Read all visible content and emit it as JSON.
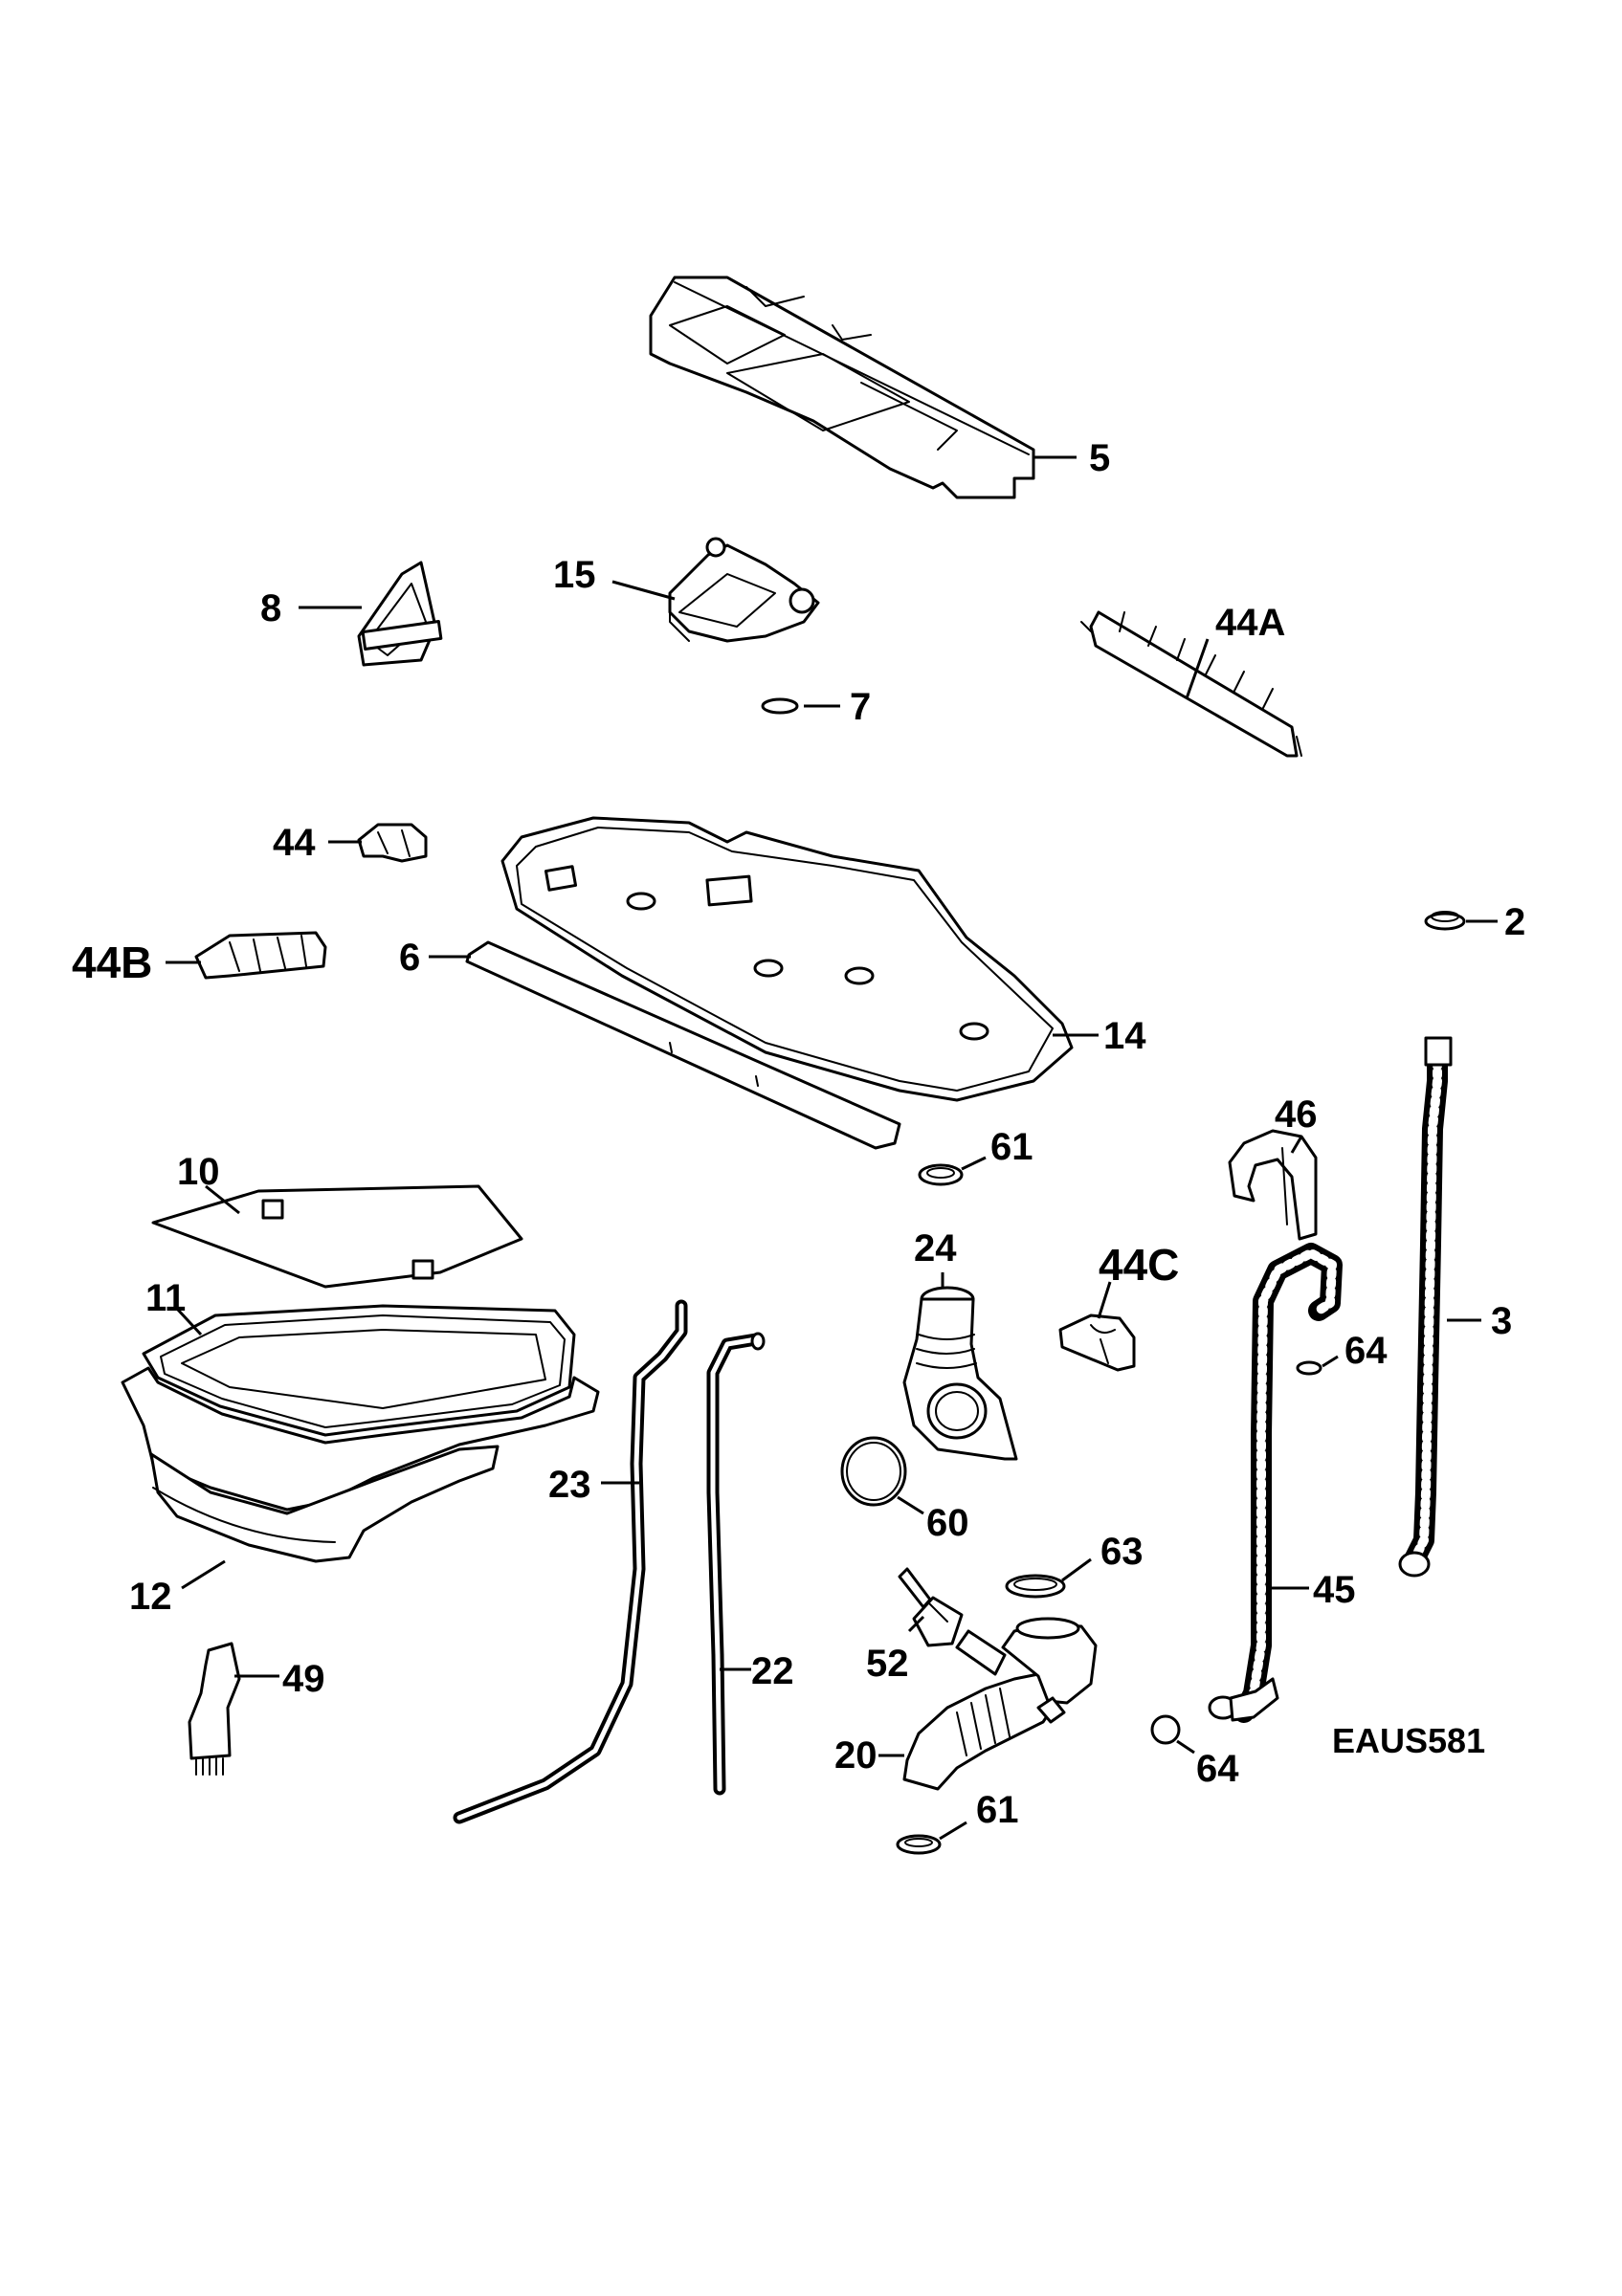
{
  "diagram_code": "EAUS581",
  "labels": {
    "p5": "5",
    "p15": "15",
    "p8": "8",
    "p44a": "44A",
    "p7": "7",
    "p44": "44",
    "p2": "2",
    "p44b": "44B",
    "p6": "6",
    "p14": "14",
    "p46": "46",
    "p61a": "61",
    "p10": "10",
    "p24": "24",
    "p44c": "44C",
    "p11": "11",
    "p3": "3",
    "p64a": "64",
    "p23": "23",
    "p60": "60",
    "p63": "63",
    "p12": "12",
    "p45": "45",
    "p49": "49",
    "p52": "52",
    "p22": "22",
    "p20": "20",
    "p64b": "64",
    "p61b": "61"
  }
}
